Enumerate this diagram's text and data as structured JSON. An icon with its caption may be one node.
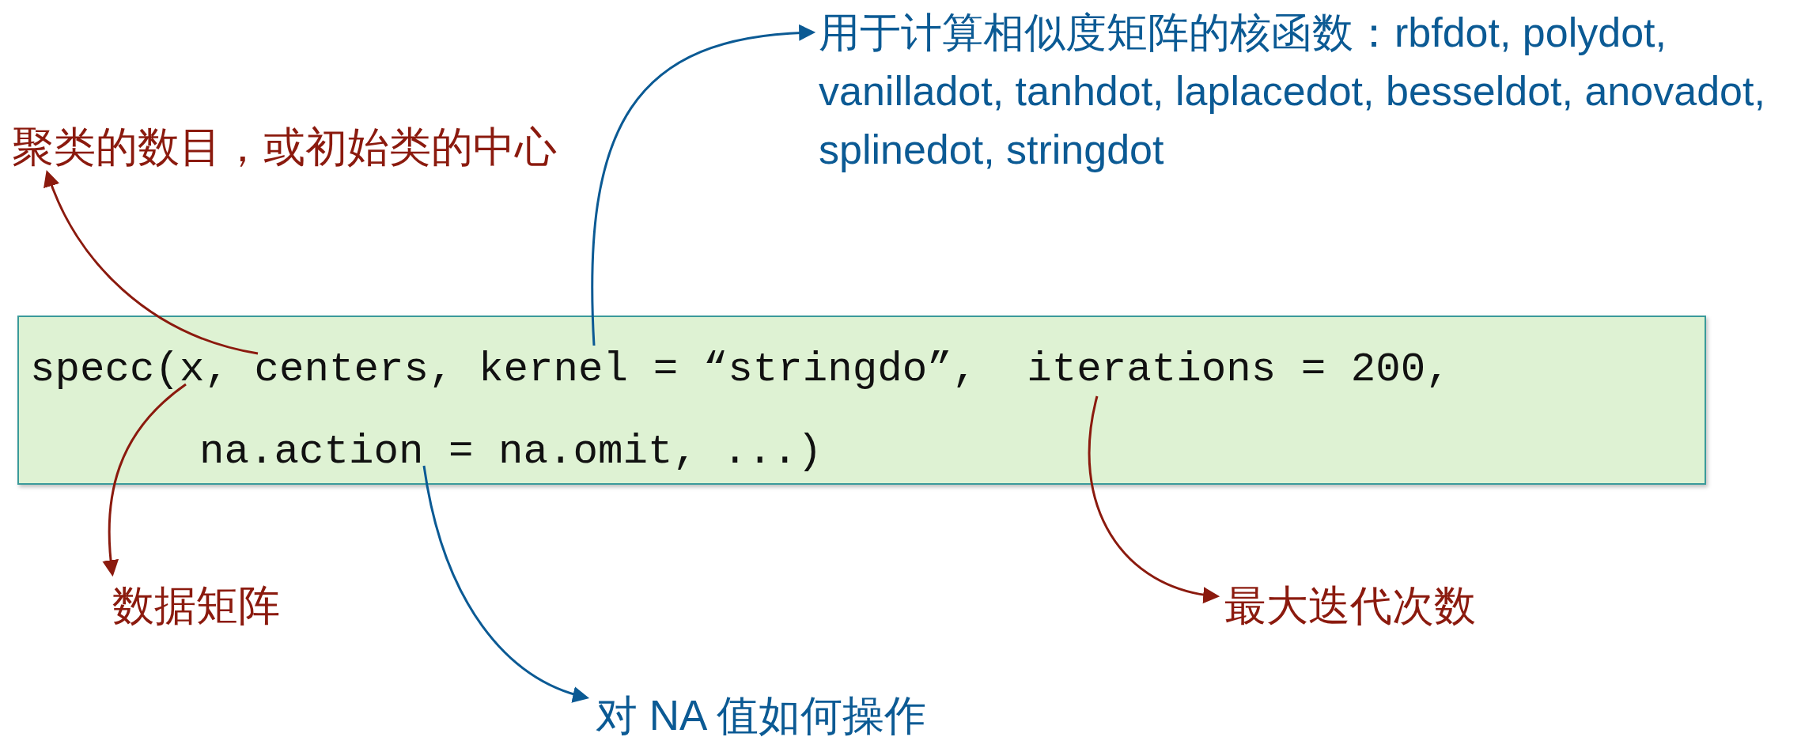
{
  "diagram": {
    "nodes": [
      {
        "text": [
          "用于计算相似度矩阵的核函数：rbfdot, polydot, vanilladot, tanhdot, laplacedot, besseldot, anovadot, splinedot, stringdot"
        ]
      },
      {
        "text": [
          "聚类的数目，或初始类的中心"
        ]
      },
      {
        "text": [
          "specc(x, centers, kernel = “stringdo”,  iterations = 200,",
          "na.action = na.omit, ...)"
        ]
      },
      {
        "text": [
          "数据矩阵"
        ]
      },
      {
        "text": [
          "最大迭代次数"
        ]
      },
      {
        "text": [
          "对 NA 值如何操作"
        ]
      }
    ],
    "edges": [
      {
        "from": 2,
        "to": 0,
        "arrow": "to",
        "color": "#0b5a94"
      },
      {
        "from": 2,
        "to": 1,
        "arrow": "to"
      },
      {
        "from": 2,
        "to": 3,
        "arrow": "to"
      },
      {
        "from": 2,
        "to": 5,
        "arrow": "to",
        "color": "#0b5a94"
      },
      {
        "from": 2,
        "to": 4,
        "arrow": "to"
      }
    ]
  }
}
